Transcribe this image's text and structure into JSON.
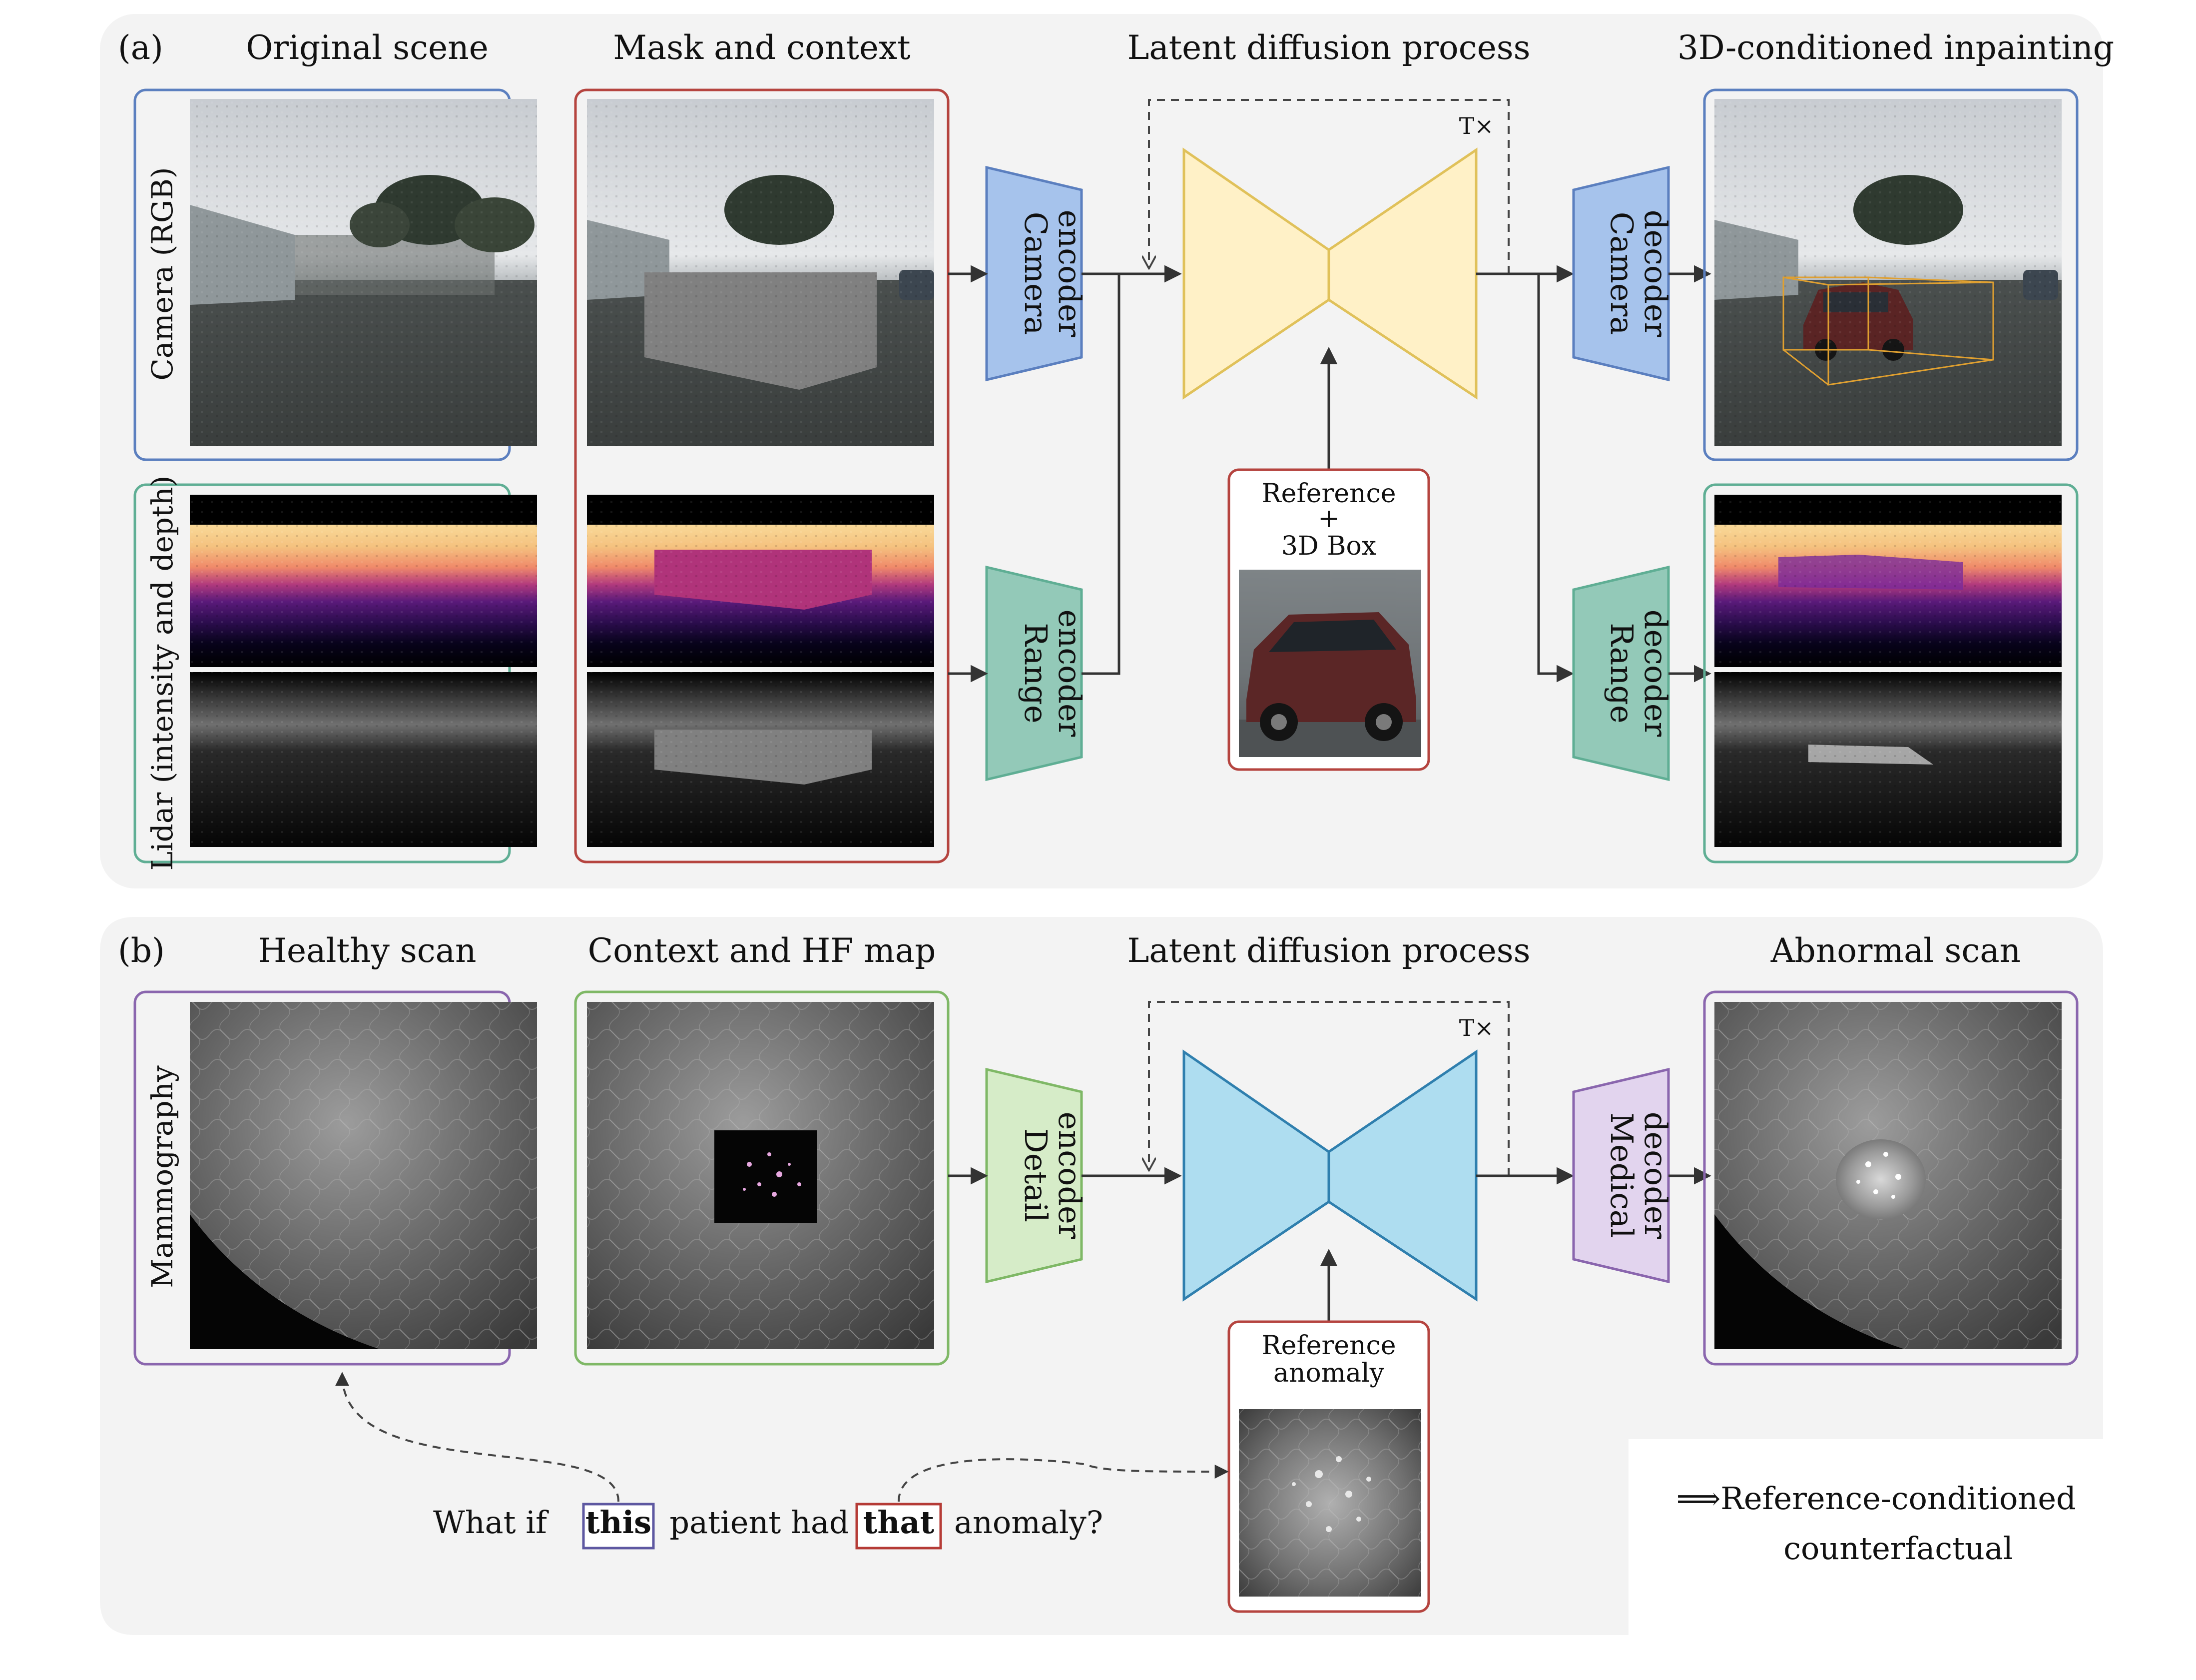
{
  "panel_a": {
    "tag": "(a)",
    "headers": {
      "original": "Original scene",
      "mask": "Mask and context",
      "diffusion": "Latent diffusion process",
      "output": "3D-conditioned inpainting"
    },
    "row_labels": {
      "camera": "Camera (RGB)",
      "lidar": "Lidar (intensity and depth)"
    },
    "camera_encoder": [
      "Camera",
      "encoder"
    ],
    "range_encoder": [
      "Range",
      "encoder"
    ],
    "camera_decoder": [
      "Camera",
      "decoder"
    ],
    "range_decoder": [
      "Range",
      "decoder"
    ],
    "loop_label": "T×",
    "reference": [
      "Reference",
      "+",
      "3D Box"
    ]
  },
  "panel_b": {
    "tag": "(b)",
    "headers": {
      "healthy": "Healthy scan",
      "context": "Context and HF map",
      "diffusion": "Latent diffusion process",
      "abnormal": "Abnormal scan"
    },
    "row_label": "Mammography",
    "detail_encoder": [
      "Detail",
      "encoder"
    ],
    "medical_decoder": [
      "Medical",
      "decoder"
    ],
    "loop_label": "T×",
    "reference": [
      "Reference",
      "anomaly"
    ],
    "question": {
      "part1": "What if",
      "this": "this",
      "part2": "patient had",
      "that": "that",
      "part3": "anomaly?"
    }
  },
  "legend": {
    "arrow": "⟹",
    "line1": "Reference-conditioned",
    "line2": "counterfactual"
  },
  "colors": {
    "panel_bg": "#f3f3f3",
    "camera_blue": "#5b7fbf",
    "encoder_blue_fill": "#a6c3ec",
    "lidar_green": "#5fae94",
    "encoder_green_fill": "#93c9b8",
    "mask_red": "#b5443f",
    "unet_yellow_fill": "#fff1c7",
    "unet_yellow_stroke": "#e0c15a",
    "unet_blue_fill": "#aeddf0",
    "unet_blue_stroke": "#2f7fae",
    "purple": "#8a66ae",
    "purple_fill": "#e2d4ee",
    "detail_green": "#7fb866",
    "detail_green_fill": "#d6ecc8",
    "this_purple": "#5e58a1",
    "that_red": "#b53b36"
  }
}
